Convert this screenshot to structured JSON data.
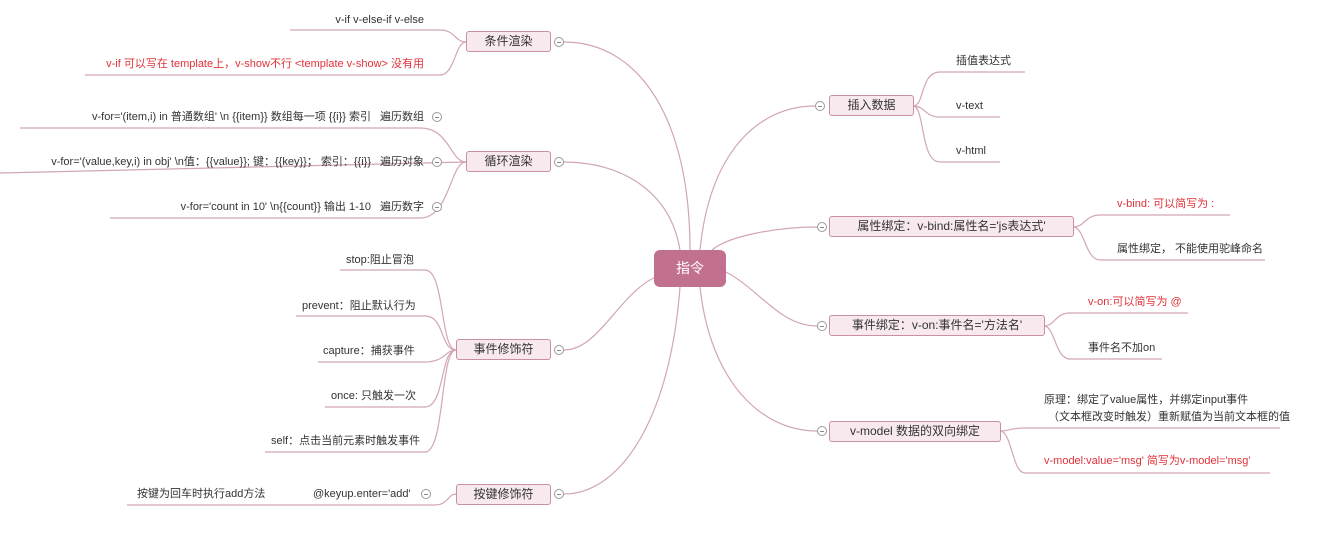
{
  "center": "指令",
  "left": {
    "conditional": {
      "label": "条件渲染",
      "children": [
        "v-if   v-else-if v-else",
        "v-if 可以写在 template上，v-show不行 <template v-show> 没有用"
      ]
    },
    "loop": {
      "label": "循环渲染",
      "subs": [
        {
          "label": "遍历数组",
          "leaf": "v-for='(item,i) in 普通数组' \\n {{item}} 数组每一项 {{i}} 索引"
        },
        {
          "label": "遍历对象",
          "leaf": "v-for='(value,key,i) in obj' \\n值：{{value}}; 键：{{key}}；  索引：{{i}}"
        },
        {
          "label": "遍历数字",
          "leaf": "v-for='count in 10' \\n{{count}}  输出 1-10"
        }
      ]
    },
    "event_modifiers": {
      "label": "事件修饰符",
      "children": [
        "stop:阻止冒泡",
        "prevent：阻止默认行为",
        "capture：捕获事件",
        "once: 只触发一次",
        "self：点击当前元素时触发事件"
      ]
    },
    "key_modifiers": {
      "label": "按键修饰符",
      "sub": "@keyup.enter='add'",
      "leaf": "按键为回车时执行add方法"
    }
  },
  "right": {
    "insert": {
      "label": "插入数据",
      "children": [
        "插值表达式",
        "v-text",
        "v-html"
      ]
    },
    "bind": {
      "label": "属性绑定：v-bind:属性名='js表达式'",
      "children": [
        "v-bind: 可以简写为 :",
        "属性绑定， 不能使用驼峰命名"
      ]
    },
    "on": {
      "label": "事件绑定：v-on:事件名='方法名'",
      "children": [
        "v-on:可以简写为 @",
        "事件名不加on"
      ]
    },
    "model": {
      "label": "v-model 数据的双向绑定",
      "children": [
        "原理：绑定了value属性，并绑定input事件",
        "（文本框改变时触发）重新赋值为当前文本框的值",
        "v-model:value='msg'  简写为v-model='msg'"
      ]
    }
  },
  "colors": {
    "center": "#c2708f",
    "node_fill": "#f8e9ee",
    "node_border": "#c98fa3",
    "line": "#d2a6b5",
    "red": "#e0323a"
  }
}
